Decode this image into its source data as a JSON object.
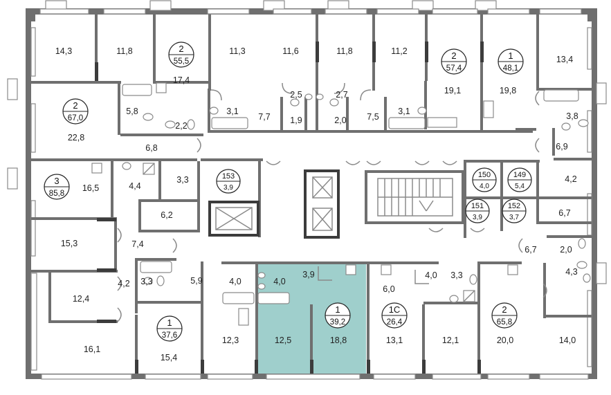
{
  "plan": {
    "highlight_color": "#9fcfcc",
    "wall_color": "#6f6f6f",
    "rooms": [
      {
        "id": "r1",
        "label": "14,3"
      },
      {
        "id": "r2",
        "label": "11,8"
      },
      {
        "id": "r3",
        "label": "17,4"
      },
      {
        "id": "r4",
        "label": "11,3"
      },
      {
        "id": "r5",
        "label": "11,6"
      },
      {
        "id": "r6",
        "label": "11,8"
      },
      {
        "id": "r7",
        "label": "11,2"
      },
      {
        "id": "r8",
        "label": "19,1"
      },
      {
        "id": "r9",
        "label": "19,8"
      },
      {
        "id": "r10",
        "label": "13,4"
      },
      {
        "id": "r11",
        "label": "5,8"
      },
      {
        "id": "r12",
        "label": "2,2"
      },
      {
        "id": "r13",
        "label": "22,8"
      },
      {
        "id": "r14",
        "label": "6,8"
      },
      {
        "id": "r15",
        "label": "3,1"
      },
      {
        "id": "r16",
        "label": "7,7"
      },
      {
        "id": "r17",
        "label": "2,5"
      },
      {
        "id": "r18",
        "label": "1,9"
      },
      {
        "id": "r19",
        "label": "2,7"
      },
      {
        "id": "r20",
        "label": "2,0"
      },
      {
        "id": "r21",
        "label": "7,5"
      },
      {
        "id": "r22",
        "label": "3,1"
      },
      {
        "id": "r23",
        "label": "3,8"
      },
      {
        "id": "r24",
        "label": "6,9"
      },
      {
        "id": "r25",
        "label": "16,5"
      },
      {
        "id": "r26",
        "label": "4,4"
      },
      {
        "id": "r27",
        "label": "3,3"
      },
      {
        "id": "r28",
        "label": "4,2"
      },
      {
        "id": "r29",
        "label": "6,2"
      },
      {
        "id": "r30",
        "label": "6,7"
      },
      {
        "id": "r31",
        "label": "15,3"
      },
      {
        "id": "r32",
        "label": "7,4"
      },
      {
        "id": "r33",
        "label": "6,7"
      },
      {
        "id": "r34",
        "label": "2,0"
      },
      {
        "id": "r35",
        "label": "4,3"
      },
      {
        "id": "r36",
        "label": "12,4"
      },
      {
        "id": "r37",
        "label": "4,2"
      },
      {
        "id": "r38",
        "label": "3,3"
      },
      {
        "id": "r39",
        "label": "5,9"
      },
      {
        "id": "r40",
        "label": "4,0"
      },
      {
        "id": "r41",
        "label": "4,0"
      },
      {
        "id": "r42",
        "label": "3,9"
      },
      {
        "id": "r43",
        "label": "6,0"
      },
      {
        "id": "r44",
        "label": "4,0"
      },
      {
        "id": "r45",
        "label": "3,3"
      },
      {
        "id": "r46",
        "label": "16,1"
      },
      {
        "id": "r47",
        "label": "15,4"
      },
      {
        "id": "r48",
        "label": "12,3"
      },
      {
        "id": "r49",
        "label": "12,5"
      },
      {
        "id": "r50",
        "label": "18,8"
      },
      {
        "id": "r51",
        "label": "13,1"
      },
      {
        "id": "r52",
        "label": "12,1"
      },
      {
        "id": "r53",
        "label": "20,0"
      },
      {
        "id": "r54",
        "label": "14,0"
      }
    ],
    "apartments": [
      {
        "id": "a1",
        "number": "2",
        "area": "55,5"
      },
      {
        "id": "a2",
        "number": "2",
        "area": "57,4"
      },
      {
        "id": "a3",
        "number": "1",
        "area": "48,1"
      },
      {
        "id": "a4",
        "number": "2",
        "area": "67,0"
      },
      {
        "id": "a5",
        "number": "3",
        "area": "85,8"
      },
      {
        "id": "a6",
        "number": "153",
        "area": "3,9"
      },
      {
        "id": "a7",
        "number": "150",
        "area": "4,0"
      },
      {
        "id": "a8",
        "number": "149",
        "area": "5,4"
      },
      {
        "id": "a9",
        "number": "151",
        "area": "3,9"
      },
      {
        "id": "a10",
        "number": "152",
        "area": "3,7"
      },
      {
        "id": "a11",
        "number": "1",
        "area": "37,6"
      },
      {
        "id": "a12",
        "number": "1",
        "area": "39,2"
      },
      {
        "id": "a13",
        "number": "1C",
        "area": "26,4"
      },
      {
        "id": "a14",
        "number": "2",
        "area": "65,8"
      }
    ]
  }
}
